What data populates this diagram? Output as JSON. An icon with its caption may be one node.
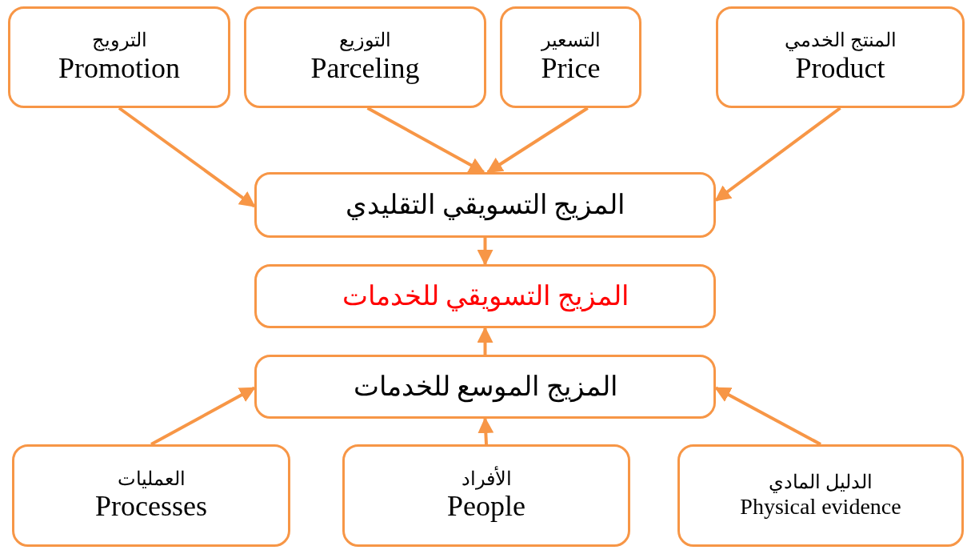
{
  "diagram": {
    "nodes": [
      {
        "text": [
          "الترويج",
          "Promotion"
        ]
      },
      {
        "text": [
          "التوزيع",
          "Parceling"
        ]
      },
      {
        "text": [
          "التسعير",
          "Price"
        ]
      },
      {
        "text": [
          "المنتج الخدمي",
          "Product"
        ]
      },
      {
        "text": [
          "المزيج التسويقي التقليدي"
        ]
      },
      {
        "text": [
          "المزيج التسويقي للخدمات"
        ]
      },
      {
        "text": [
          "المزيج الموسع للخدمات"
        ]
      },
      {
        "text": [
          "العمليات",
          "Processes"
        ]
      },
      {
        "text": [
          "الأفراد",
          "People"
        ]
      },
      {
        "text": [
          "الدليل المادي",
          "Physical evidence"
        ]
      }
    ],
    "edges": [
      {
        "from": 0,
        "to": 4,
        "arrow": "to"
      },
      {
        "from": 1,
        "to": 4,
        "arrow": "to"
      },
      {
        "from": 2,
        "to": 4,
        "arrow": "to"
      },
      {
        "from": 3,
        "to": 4,
        "arrow": "to"
      },
      {
        "from": 4,
        "to": 5,
        "arrow": "to"
      },
      {
        "from": 6,
        "to": 5,
        "arrow": "to"
      },
      {
        "from": 7,
        "to": 6,
        "arrow": "to"
      },
      {
        "from": 8,
        "to": 6,
        "arrow": "to"
      },
      {
        "from": 9,
        "to": 6,
        "arrow": "to"
      }
    ]
  }
}
